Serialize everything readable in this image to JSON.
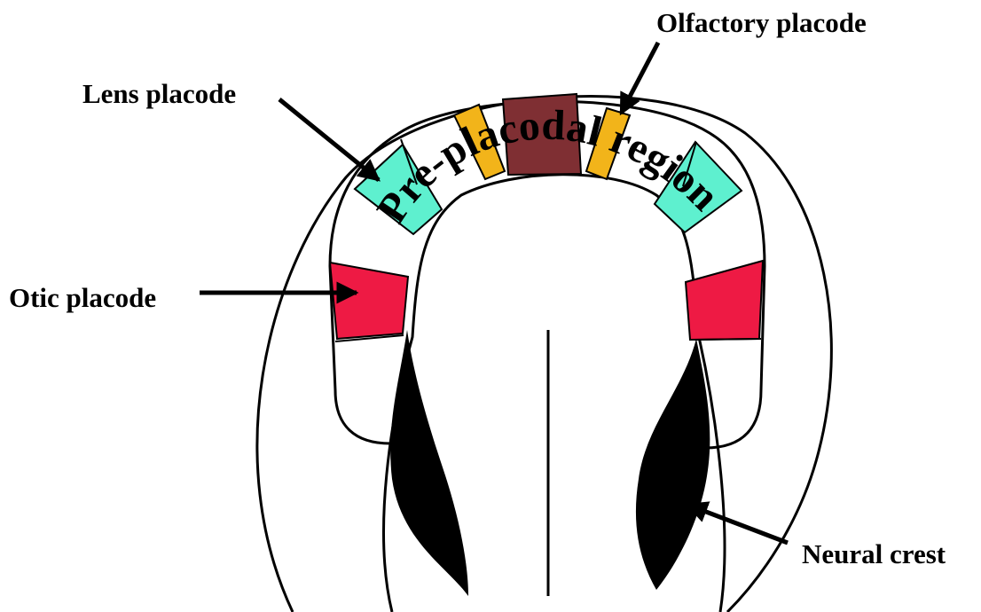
{
  "labels": {
    "olfactory": "Olfactory placode",
    "lens": "Lens placode",
    "otic": "Otic placode",
    "neural_crest": "Neural crest",
    "pre_placodal": "Pre-placodal region"
  },
  "colors": {
    "olfactory": "#f2b41a",
    "lens": "#5ef0cf",
    "otic": "#ee1a44",
    "adenohypophyseal": "#7f2f33",
    "neural_crest": "#000000",
    "outline": "#000000"
  }
}
